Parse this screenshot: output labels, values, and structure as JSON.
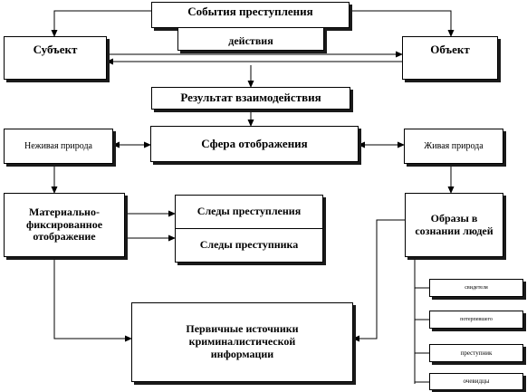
{
  "nodes": {
    "events": "События преступления",
    "action": "действия",
    "subject": "Субъект",
    "object": "Объект",
    "result": "Результат взаимодействия",
    "sphere": "Сфера отображения",
    "nonliving": "Неживая природа",
    "living": "Живая природа",
    "material": "Материально-фиксированное отображение",
    "crime_traces": "Следы преступления",
    "criminal_traces": "Следы преступника",
    "images": "Образы в сознании людей",
    "victim": "свидетеля",
    "suspect": "потерпевшего",
    "criminal": "преступник",
    "eyewitness": "очевидцы",
    "sources": "Первичные источники криминалистической информации"
  }
}
